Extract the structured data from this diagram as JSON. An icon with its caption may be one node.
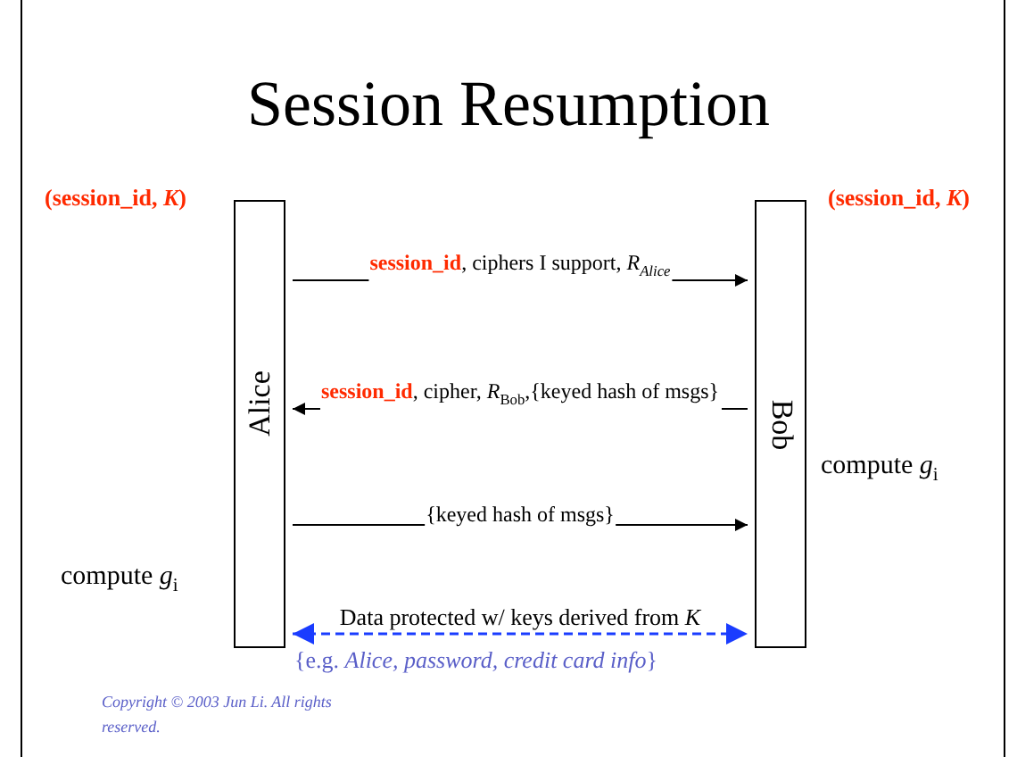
{
  "diagram": {
    "title": "Session Resumption",
    "nodes": [
      {
        "text": [
          "Alice"
        ]
      },
      {
        "text": [
          "Bob"
        ]
      }
    ],
    "edges": [
      {
        "from": 0,
        "to": 1,
        "arrow": "to",
        "label": "**session_id**, ciphers I support, *R*$_{Alice}$"
      },
      {
        "from": 1,
        "to": 0,
        "arrow": "to",
        "label": "**session_id**, cipher, *R*$_{Bob}$,{keyed hash of msgs}"
      },
      {
        "from": 0,
        "to": 1,
        "arrow": "to",
        "label": "{keyed hash of msgs}"
      },
      {
        "from": 0,
        "to": 1,
        "arrow": "both",
        "style": "dashed",
        "color": "#1a3cff",
        "label": "Data protected w/ keys derived from *K*"
      }
    ],
    "labels": [
      "(session_id, *K*)",
      "(session_id, *K*)",
      "compute *g*$_{i}$",
      "compute *g*$_{i}$",
      "{e.g. *Alice, password, credit card info*}",
      "Copyright © 2003 Jun Li. All rights reserved."
    ]
  }
}
